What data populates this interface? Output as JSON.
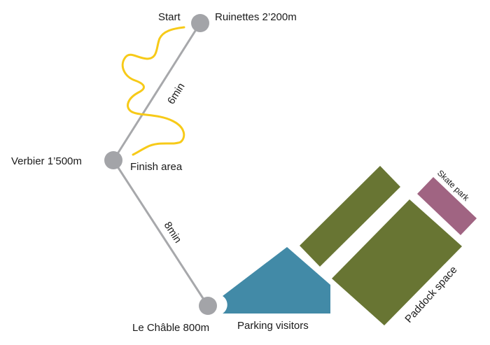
{
  "stations": {
    "top": {
      "label": "Ruinettes 2’200m"
    },
    "middle": {
      "label": "Verbier 1’500m"
    },
    "bottom": {
      "label": "Le Châble 800m"
    }
  },
  "labels": {
    "start": "Start",
    "finish": "Finish area",
    "time_upper": "6min",
    "time_lower": "8min",
    "parking": "Parking visitors",
    "paddock": "Paddock space",
    "skate": "Skate park"
  },
  "colors": {
    "lift_line": "#a7a8ab",
    "station": "#a3a4a8",
    "course": "#f7ca18",
    "parking": "#428aa7",
    "paddock": "#687533",
    "skate_park": "#a06482"
  }
}
